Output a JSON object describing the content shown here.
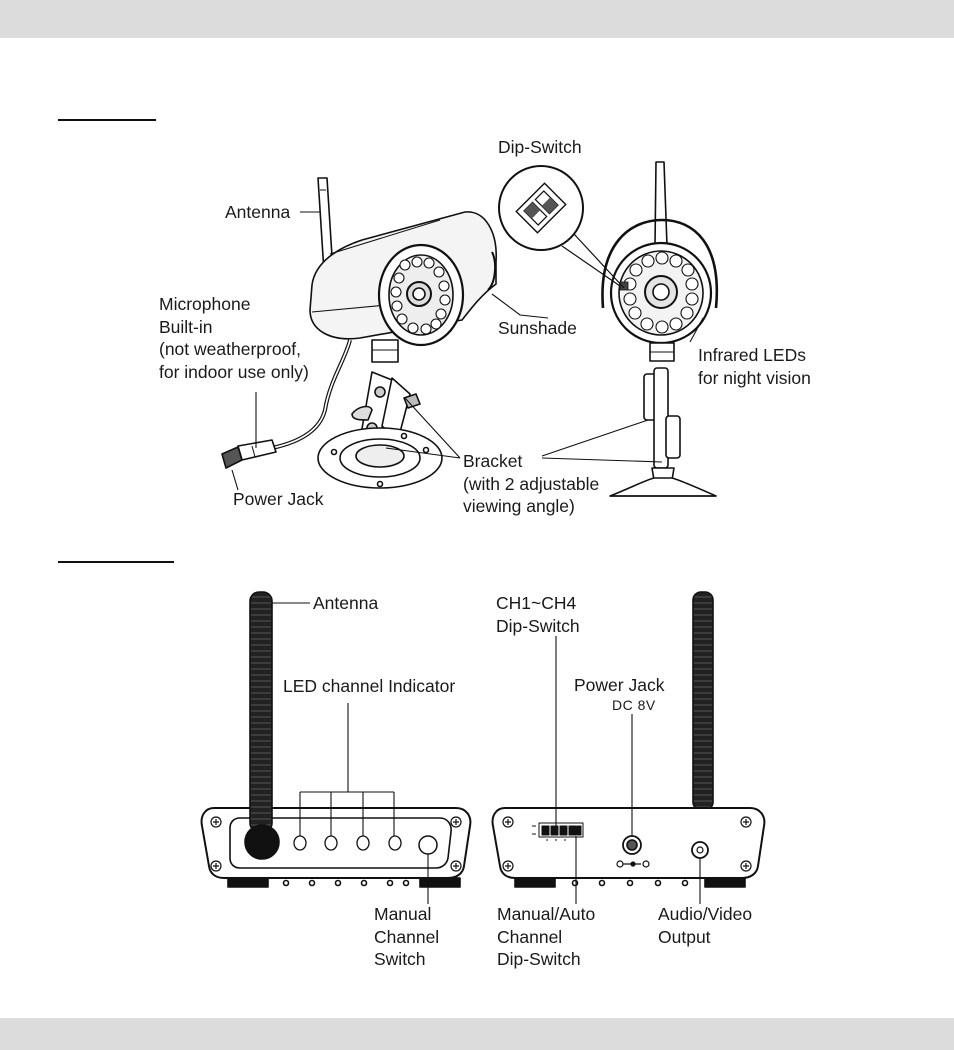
{
  "camera_section": {
    "labels": {
      "antenna": "Antenna",
      "dip_switch": "Dip-Switch",
      "microphone": "Microphone\nBuilt-in\n(not weatherproof,\nfor indoor use only)",
      "sunshade": "Sunshade",
      "infrared": "Infrared LEDs\nfor night vision",
      "bracket": "Bracket\n(with 2 adjustable\nviewing angle)",
      "power_jack": "Power Jack"
    }
  },
  "receiver_section": {
    "labels": {
      "antenna": "Antenna",
      "ch_dip": "CH1~CH4\nDip-Switch",
      "led_indicator": "LED channel Indicator",
      "power_jack": "Power Jack",
      "power_rating": "DC 8V",
      "manual_switch": "Manual\nChannel\nSwitch",
      "auto_dip": "Manual/Auto\nChannel\nDip-Switch",
      "av_output": "Audio/Video\nOutput"
    }
  }
}
